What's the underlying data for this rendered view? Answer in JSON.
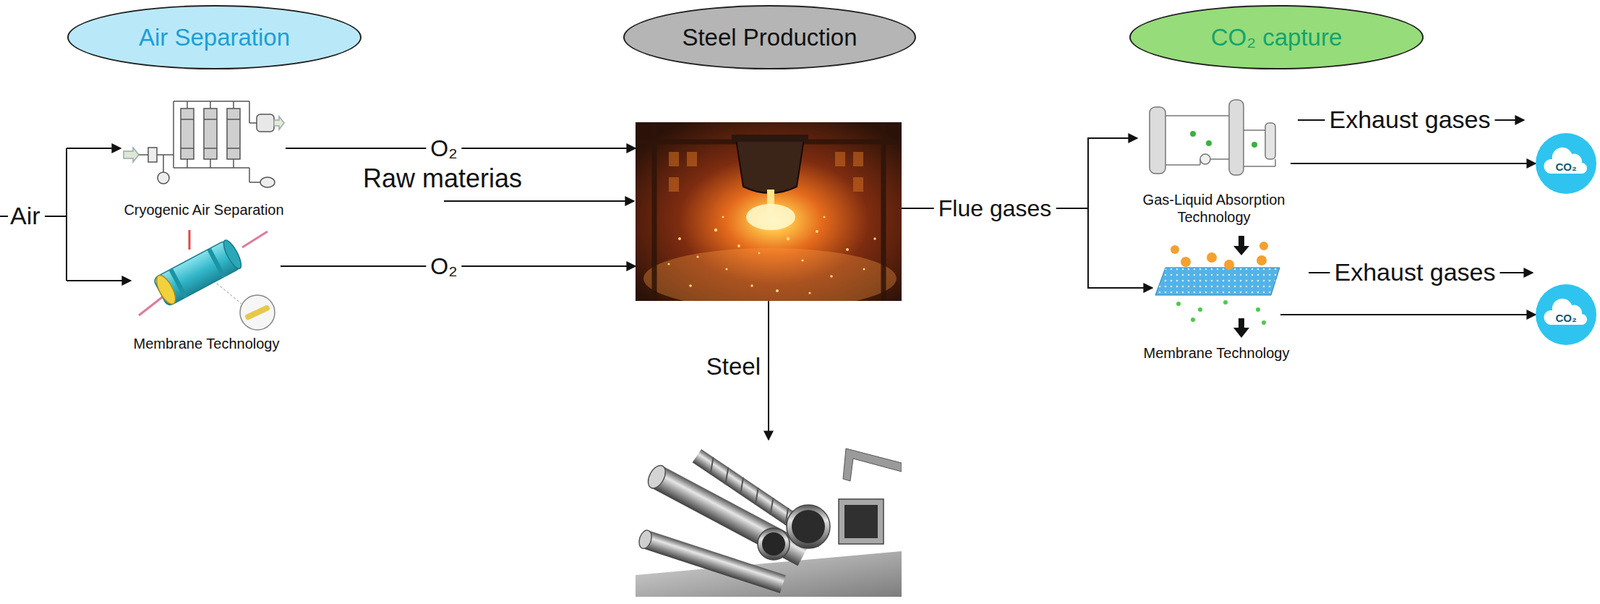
{
  "diagram": {
    "nodes": [
      {
        "text": [
          "Air Separation"
        ]
      },
      {
        "text": [
          "Cryogenic Air Separation"
        ]
      },
      {
        "text": [
          "Membrane Technology"
        ]
      },
      {
        "text": [
          "Steel Production"
        ]
      },
      {
        "text": [
          "CO₂ capture"
        ]
      },
      {
        "text": [
          "Gas-Liquid Absorption Technology"
        ]
      },
      {
        "text": [
          "Membrane Technology"
        ]
      },
      {
        "text": [
          "CO₂"
        ]
      },
      {
        "text": [
          "CO₂"
        ]
      }
    ],
    "edges": [
      {
        "from": 1,
        "to": 3,
        "arrow": "to",
        "label": "O₂"
      },
      {
        "from": 2,
        "to": 3,
        "arrow": "to",
        "label": "O₂"
      },
      {
        "from": 3,
        "to": 5,
        "arrow": "to",
        "label": "Flue gases"
      },
      {
        "from": 3,
        "to": 6,
        "arrow": "to"
      },
      {
        "from": 5,
        "to": 7,
        "arrow": "to"
      },
      {
        "from": 6,
        "to": 8,
        "arrow": "to"
      }
    ],
    "labels": [
      "Air",
      "Raw materias",
      "Steel",
      "Exhaust gases",
      "Exhaust gases"
    ]
  }
}
